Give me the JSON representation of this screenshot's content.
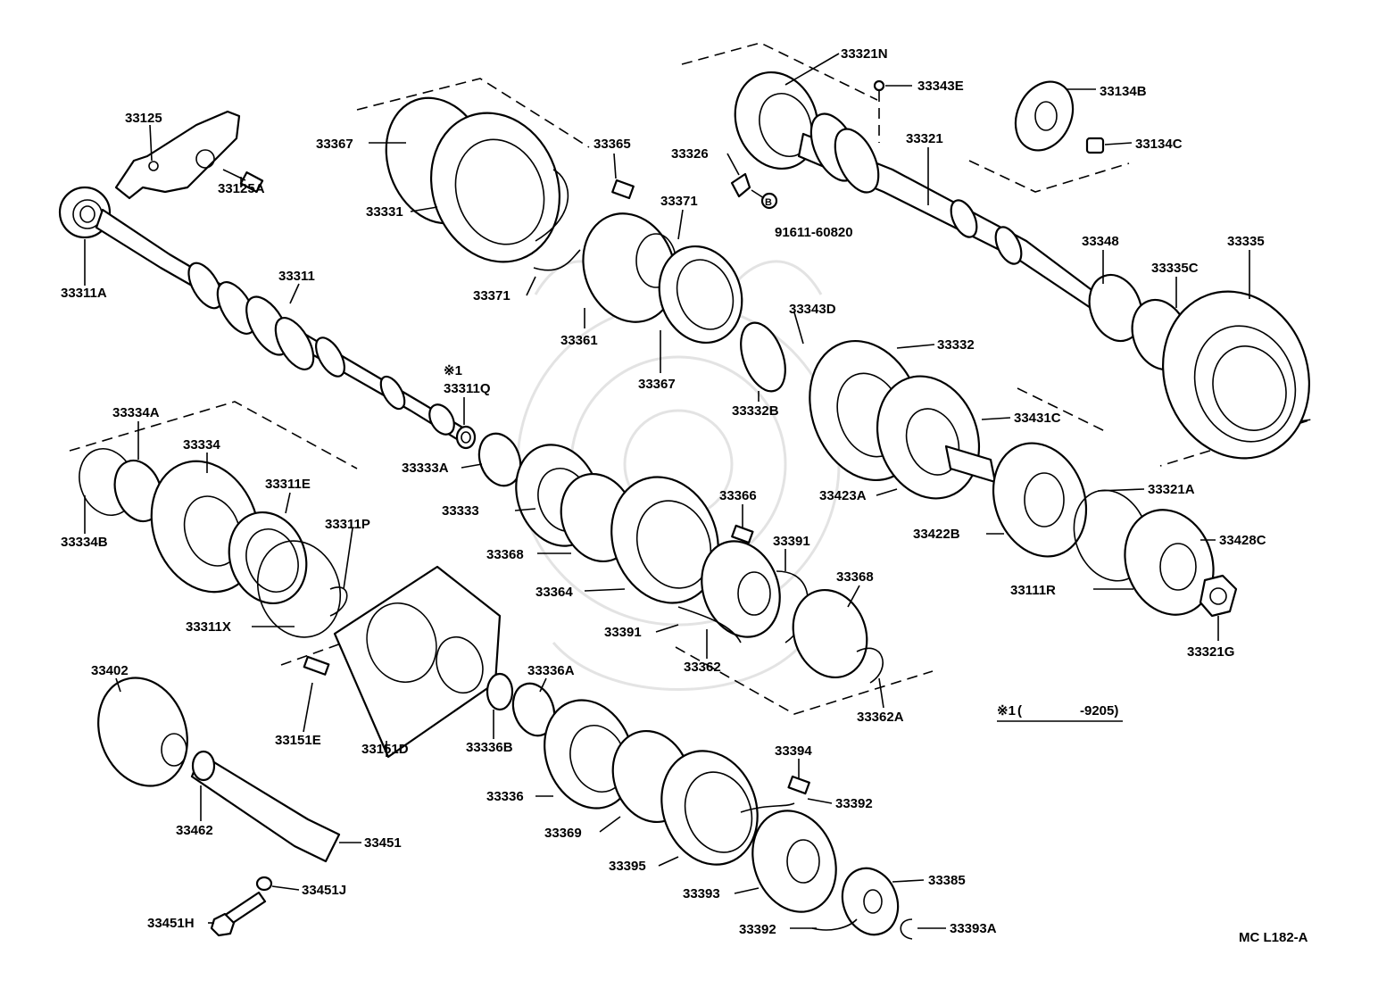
{
  "diagram": {
    "code": "MC L182-A",
    "note": {
      "mark": "※1",
      "open": "(",
      "range": "-9205)"
    },
    "labels": [
      {
        "id": "33321N",
        "text": "33321N"
      },
      {
        "id": "33343E",
        "text": "33343E"
      },
      {
        "id": "33134B",
        "text": "33134B"
      },
      {
        "id": "33134C",
        "text": "33134C"
      },
      {
        "id": "33321",
        "text": "33321"
      },
      {
        "id": "33326",
        "text": "33326"
      },
      {
        "id": "91611-60820",
        "text": "91611-60820"
      },
      {
        "id": "33367a",
        "text": "33367"
      },
      {
        "id": "33365",
        "text": "33365"
      },
      {
        "id": "33371a",
        "text": "33371"
      },
      {
        "id": "33331",
        "text": "33331"
      },
      {
        "id": "33371b",
        "text": "33371"
      },
      {
        "id": "33361",
        "text": "33361"
      },
      {
        "id": "33367b",
        "text": "33367"
      },
      {
        "id": "33125",
        "text": "33125"
      },
      {
        "id": "33125A",
        "text": "33125A"
      },
      {
        "id": "33311",
        "text": "33311"
      },
      {
        "id": "33311A",
        "text": "33311A"
      },
      {
        "id": "mark1",
        "text": "※1"
      },
      {
        "id": "33311Q",
        "text": "33311Q"
      },
      {
        "id": "33348",
        "text": "33348"
      },
      {
        "id": "33335",
        "text": "33335"
      },
      {
        "id": "33335C",
        "text": "33335C"
      },
      {
        "id": "33343D",
        "text": "33343D"
      },
      {
        "id": "33332",
        "text": "33332"
      },
      {
        "id": "33332B",
        "text": "33332B"
      },
      {
        "id": "33431C",
        "text": "33431C"
      },
      {
        "id": "33423A",
        "text": "33423A"
      },
      {
        "id": "33321A",
        "text": "33321A"
      },
      {
        "id": "33422B",
        "text": "33422B"
      },
      {
        "id": "33428C",
        "text": "33428C"
      },
      {
        "id": "33111R",
        "text": "33111R"
      },
      {
        "id": "33321G",
        "text": "33321G"
      },
      {
        "id": "33334A",
        "text": "33334A"
      },
      {
        "id": "33334",
        "text": "33334"
      },
      {
        "id": "33311E",
        "text": "33311E"
      },
      {
        "id": "33311P",
        "text": "33311P"
      },
      {
        "id": "33334B",
        "text": "33334B"
      },
      {
        "id": "33311X",
        "text": "33311X"
      },
      {
        "id": "33333A",
        "text": "33333A"
      },
      {
        "id": "33333",
        "text": "33333"
      },
      {
        "id": "33368a",
        "text": "33368"
      },
      {
        "id": "33364",
        "text": "33364"
      },
      {
        "id": "33366",
        "text": "33366"
      },
      {
        "id": "33391a",
        "text": "33391"
      },
      {
        "id": "33391b",
        "text": "33391"
      },
      {
        "id": "33362",
        "text": "33362"
      },
      {
        "id": "33368b",
        "text": "33368"
      },
      {
        "id": "33362A",
        "text": "33362A"
      },
      {
        "id": "33402",
        "text": "33402"
      },
      {
        "id": "33151E",
        "text": "33151E"
      },
      {
        "id": "33151D",
        "text": "33151D"
      },
      {
        "id": "33336A",
        "text": "33336A"
      },
      {
        "id": "33336B",
        "text": "33336B"
      },
      {
        "id": "33462",
        "text": "33462"
      },
      {
        "id": "33451",
        "text": "33451"
      },
      {
        "id": "33451J",
        "text": "33451J"
      },
      {
        "id": "33451H",
        "text": "33451H"
      },
      {
        "id": "33336",
        "text": "33336"
      },
      {
        "id": "33369",
        "text": "33369"
      },
      {
        "id": "33394",
        "text": "33394"
      },
      {
        "id": "33392a",
        "text": "33392"
      },
      {
        "id": "33395",
        "text": "33395"
      },
      {
        "id": "33393",
        "text": "33393"
      },
      {
        "id": "33385",
        "text": "33385"
      },
      {
        "id": "33392b",
        "text": "33392"
      },
      {
        "id": "33393A",
        "text": "33393A"
      }
    ]
  }
}
